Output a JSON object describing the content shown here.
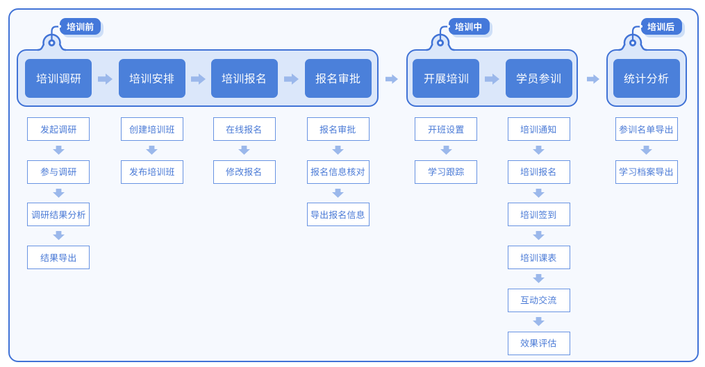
{
  "palette": {
    "border_blue": "#4173d6",
    "container_fill": "#dbe7fa",
    "block_fill": "#4b80da",
    "tag_fill": "#4478da",
    "tag_shadow": "#ceddf7",
    "arrow_blue": "#9bb8eb",
    "step_border": "#6893e2",
    "step_text": "#4a7ad6",
    "canvas_bg": "#f6f9fe",
    "page_bg": "#ffffff"
  },
  "phases": [
    {
      "tag": "培训前",
      "blocks": [
        {
          "label": "培训调研",
          "steps": [
            "发起调研",
            "参与调研",
            "调研结果分析",
            "结果导出"
          ]
        },
        {
          "label": "培训安排",
          "steps": [
            "创建培训班",
            "发布培训班"
          ]
        },
        {
          "label": "培训报名",
          "steps": [
            "在线报名",
            "修改报名"
          ]
        },
        {
          "label": "报名审批",
          "steps": [
            "报名审批",
            "报名信息核对",
            "导出报名信息"
          ]
        }
      ]
    },
    {
      "tag": "培训中",
      "blocks": [
        {
          "label": "开展培训",
          "steps": [
            "开班设置",
            "学习跟踪"
          ]
        },
        {
          "label": "学员参训",
          "steps": [
            "培训通知",
            "培训报名",
            "培训签到",
            "培训课表",
            "互动交流",
            "效果评估"
          ]
        }
      ]
    },
    {
      "tag": "培训后",
      "blocks": [
        {
          "label": "统计分析",
          "steps": [
            "参训名单导出",
            "学习档案导出"
          ]
        }
      ]
    }
  ]
}
